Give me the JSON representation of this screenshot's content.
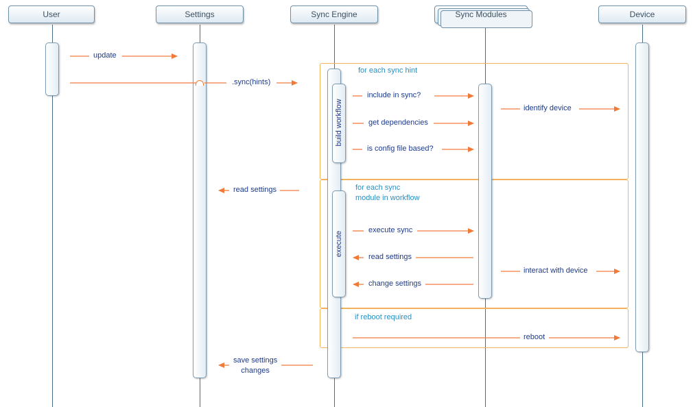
{
  "participants": {
    "user": "User",
    "settings": "Settings",
    "sync_engine": "Sync Engine",
    "sync_modules": "Sync Modules",
    "device": "Device"
  },
  "frames": {
    "sync_hint_loop": "for each sync hint",
    "module_loop_line1": "for each sync",
    "module_loop_line2": "module in workflow",
    "reboot_condition": "if reboot required"
  },
  "activations": {
    "build_workflow": "build workflow",
    "execute": "execute"
  },
  "messages": {
    "update": "update",
    "sync_hints": ".sync(hints)",
    "include_in_sync": "include in sync?",
    "identify_device": "identify device",
    "get_dependencies": "get dependencies",
    "config_file_based": "is config file based?",
    "read_settings_engine": "read settings",
    "execute_sync": "execute sync",
    "read_settings_module": "read settings",
    "interact_with_device": "interact with device",
    "change_settings": "change settings",
    "reboot": "reboot",
    "save_settings_line1": "save settings",
    "save_settings_line2": "changes"
  },
  "colors": {
    "arrow": "#f07a3a",
    "frame": "#f3b25c",
    "frame_label": "#2a8fc0",
    "message_label": "#1e3a8a",
    "lifeline": "#4a6e86"
  }
}
